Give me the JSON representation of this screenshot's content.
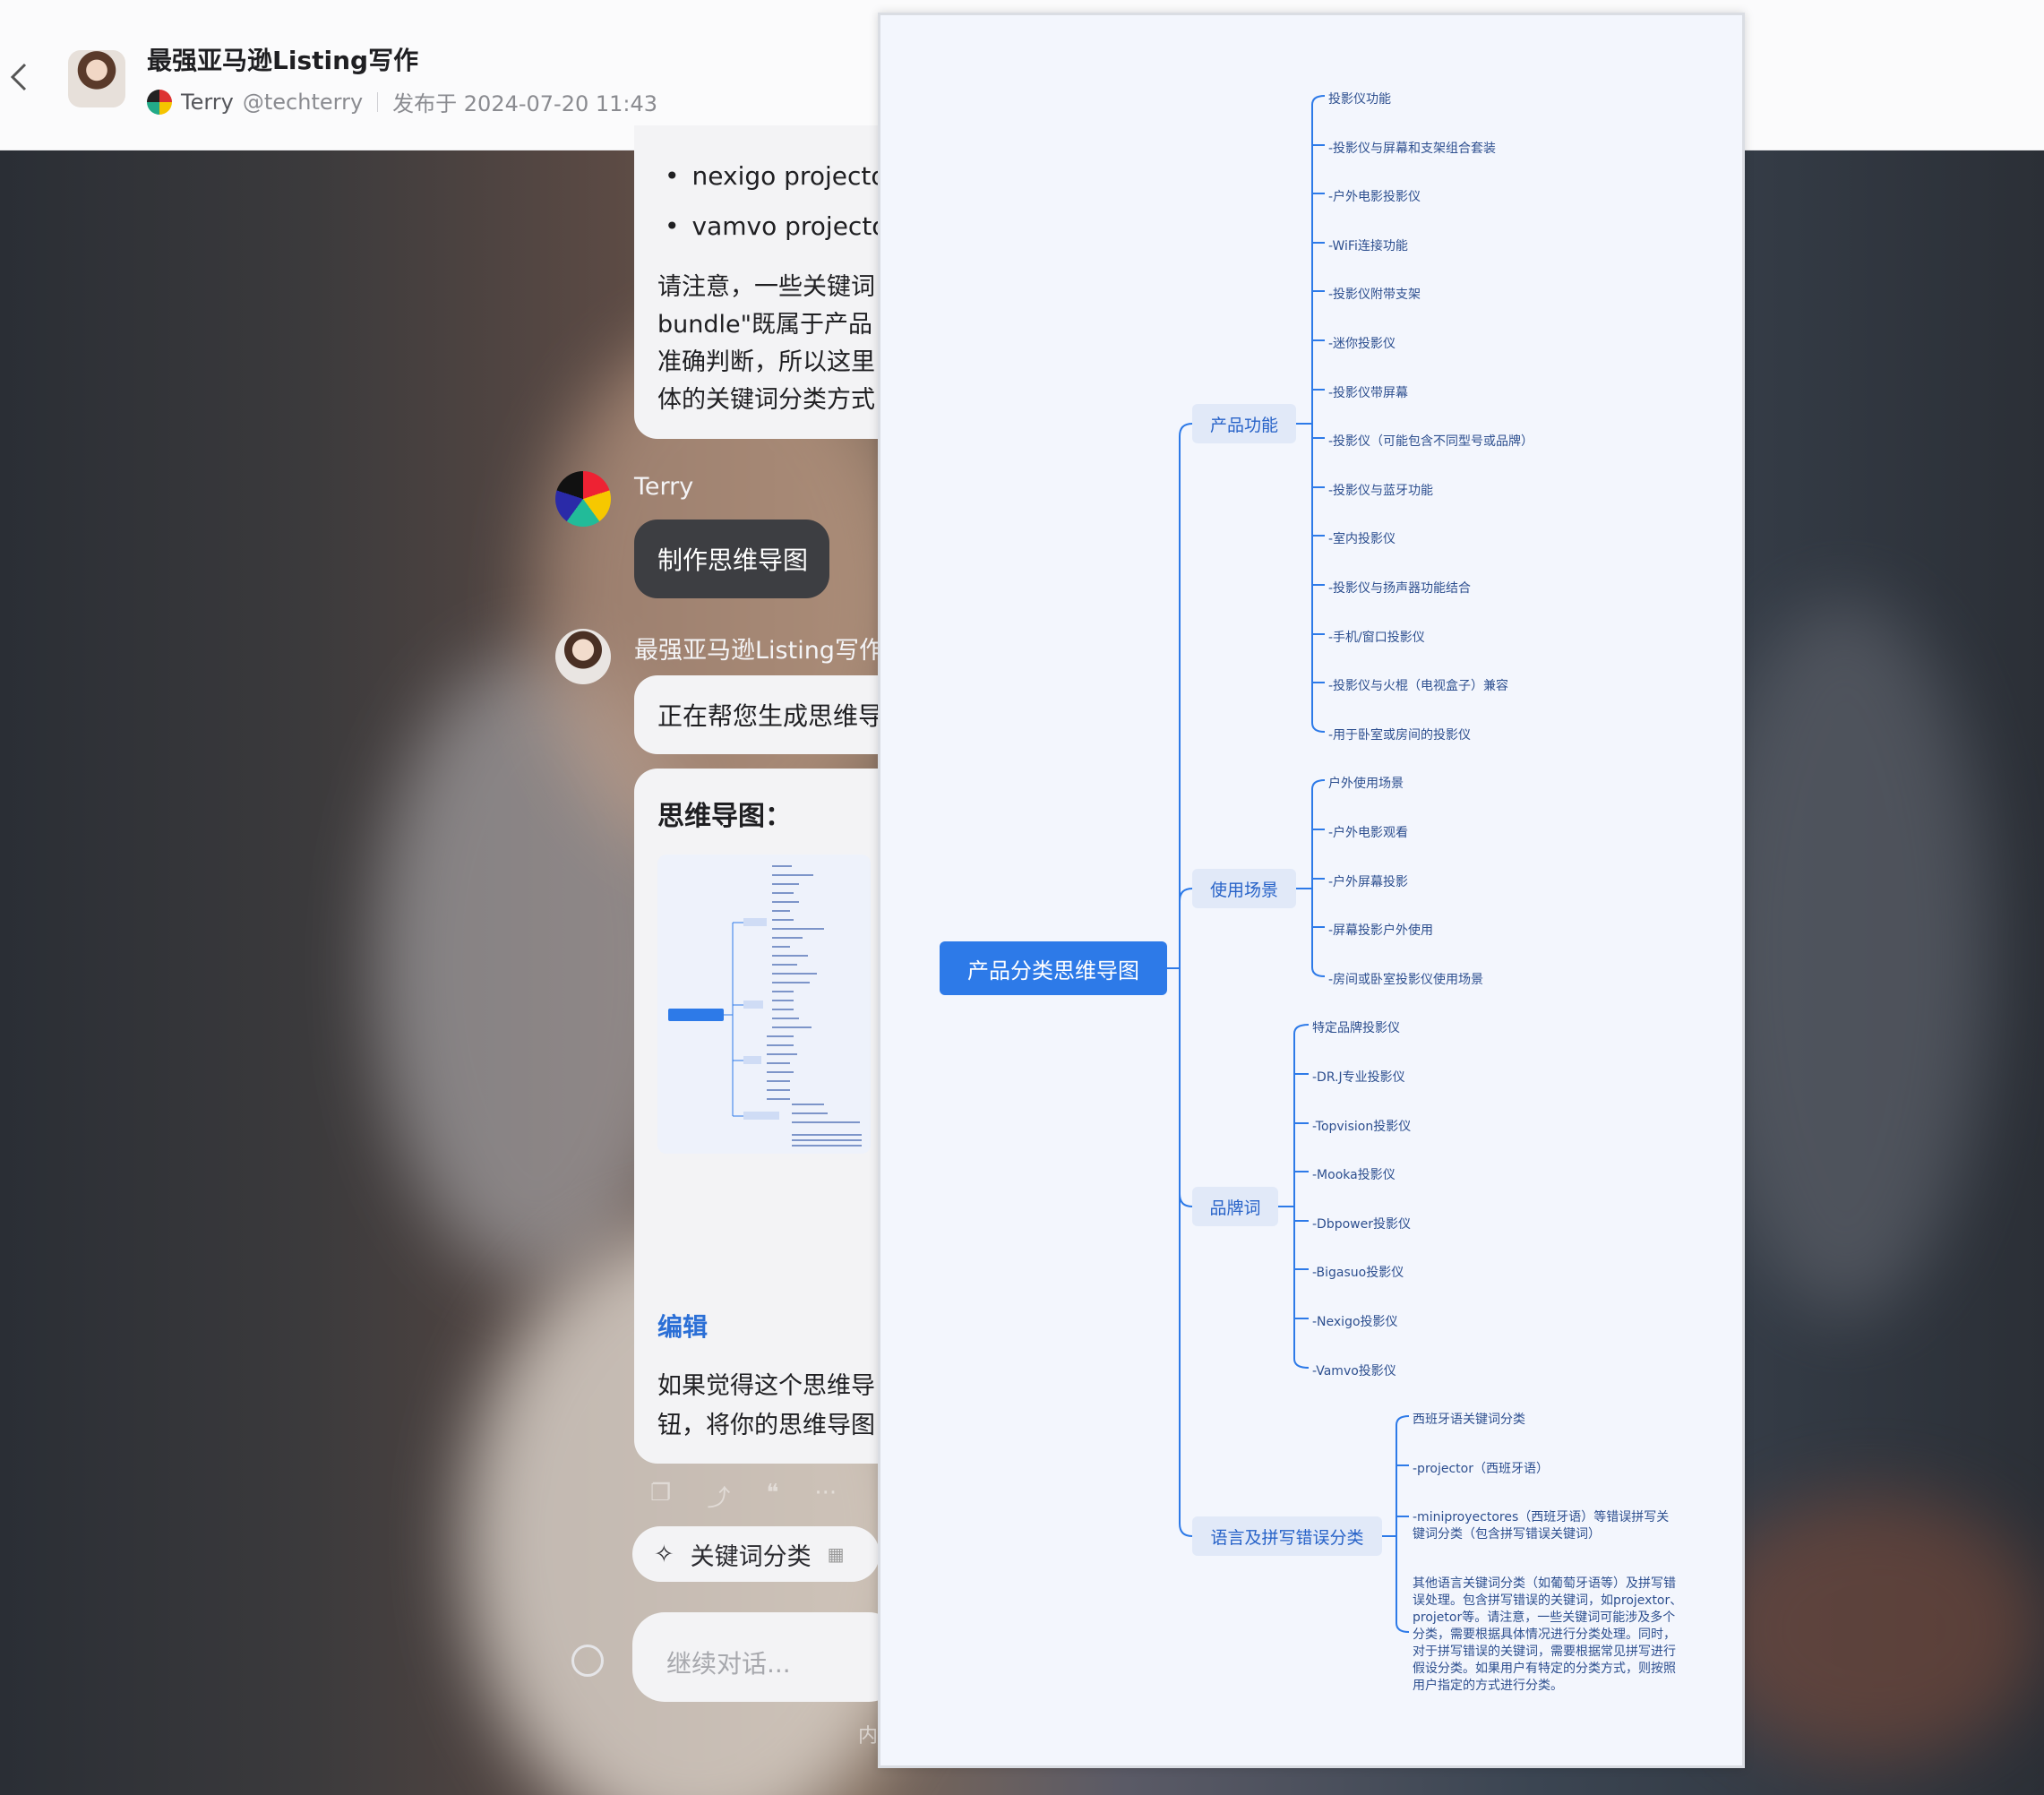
{
  "header": {
    "back_icon": "chevron-left-icon",
    "title": "最强亚马逊Listing写作",
    "author_name": "Terry",
    "author_handle": "@techterry",
    "published": "发布于 2024-07-20 11:43"
  },
  "chat": {
    "list_items": [
      "nexigo projector",
      "vamvo projector"
    ],
    "note_text": "请注意，一些关键词\nbundle\"既属于产品\n准确判断，所以这里\n体的关键词分类方式",
    "user_name": "Terry",
    "user_message": "制作思维导图",
    "bot_name": "最强亚马逊Listing写作",
    "bot_status": "正在帮您生成思维导",
    "mindmap_heading": "思维导图：",
    "edit_label": "编辑",
    "footer_text": "如果觉得这个思维导\n钮，将你的思维导图",
    "chip_label": "关键词分类",
    "input_placeholder": "继续对话...",
    "disclaimer": "内",
    "action_icons": [
      "copy-icon",
      "share-icon",
      "quote-icon",
      "more-icon"
    ]
  },
  "mindmap": {
    "root": "产品分类思维导图",
    "categories": [
      {
        "label": "产品功能",
        "leaves": [
          "投影仪功能",
          "-投影仪与屏幕和支架组合套装",
          "-户外电影投影仪",
          "-WiFi连接功能",
          "-投影仪附带支架",
          "-迷你投影仪",
          "-投影仪带屏幕",
          "-投影仪（可能包含不同型号或品牌）",
          "-投影仪与蓝牙功能",
          "-室内投影仪",
          "-投影仪与扬声器功能结合",
          "-手机/窗口投影仪",
          "-投影仪与火棍（电视盒子）兼容",
          "-用于卧室或房间的投影仪"
        ]
      },
      {
        "label": "使用场景",
        "leaves": [
          "户外使用场景",
          "-户外电影观看",
          "-户外屏幕投影",
          "-屏幕投影户外使用",
          "-房间或卧室投影仪使用场景"
        ]
      },
      {
        "label": "品牌词",
        "leaves": [
          "特定品牌投影仪",
          "-DR.J专业投影仪",
          "-Topvision投影仪",
          "-Mooka投影仪",
          "-Dbpower投影仪",
          "-Bigasuo投影仪",
          "-Nexigo投影仪",
          "-Vamvo投影仪"
        ]
      },
      {
        "label": "语言及拼写错误分类",
        "leaves": [
          "西班牙语关键词分类",
          "-projector（西班牙语）",
          "-miniproyectores（西班牙语）等错误拼写关键词分类（包含拼写错误关键词）",
          "其他语言关键词分类（如葡萄牙语等）及拼写错误处理。包含拼写错误的关键词，如projextor、projetor等。请注意，一些关键词可能涉及多个分类，需要根据具体情况进行分类处理。同时，对于拼写错误的关键词，需要根据常见拼写进行假设分类。如果用户有特定的分类方式，则按照用户指定的方式进行分类。"
        ]
      }
    ]
  },
  "colors": {
    "accent": "#2d7ae8",
    "category_bg": "#e1e9f8",
    "category_text": "#2863c8",
    "line": "#2d7ae8",
    "panel_bg": "#f3f6fd"
  }
}
